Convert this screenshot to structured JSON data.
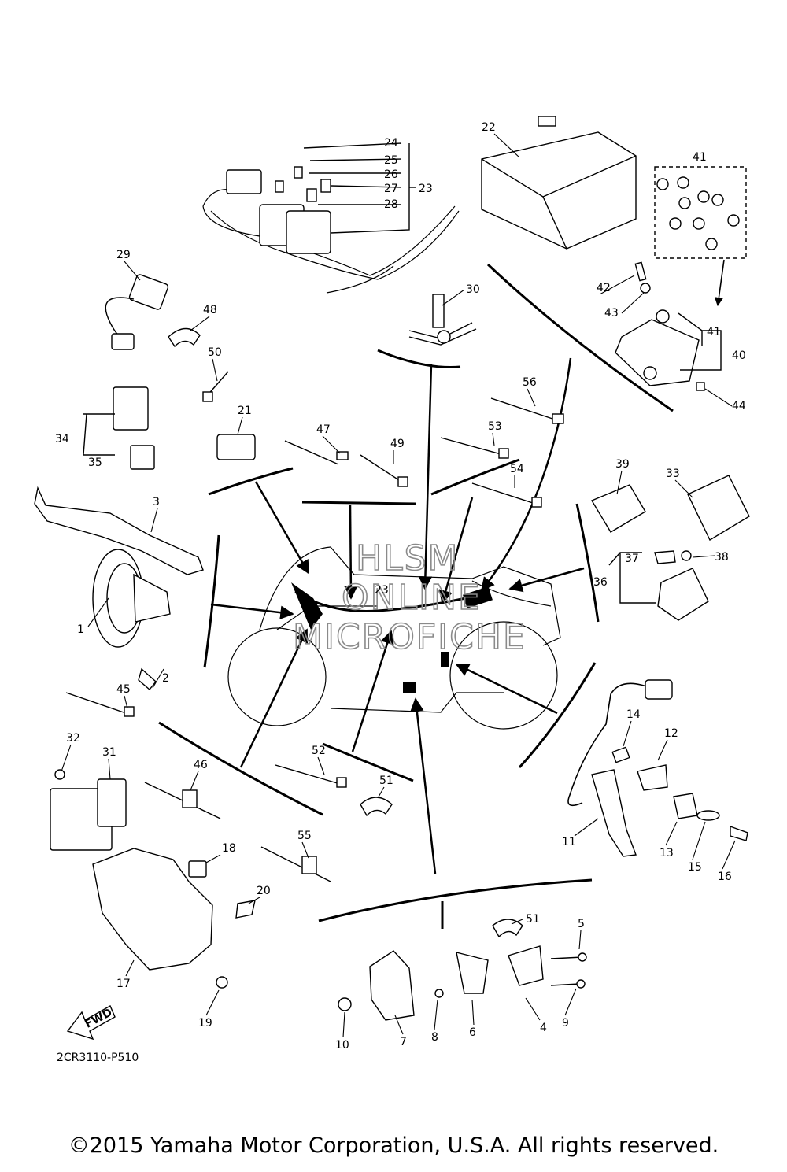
{
  "diagram": {
    "drawing_code": "2CR3110-P510",
    "fwd_badge": "FWD",
    "watermark": [
      "HLSM",
      "ONLINE",
      "MICROFICHE"
    ],
    "copyright": "©2015 Yamaha Motor Corporation, U.S.A. All rights reserved."
  },
  "callouts": [
    {
      "id": "1",
      "text": "1"
    },
    {
      "id": "2",
      "text": "2"
    },
    {
      "id": "3",
      "text": "3"
    },
    {
      "id": "4",
      "text": "4"
    },
    {
      "id": "5",
      "text": "5"
    },
    {
      "id": "6",
      "text": "6"
    },
    {
      "id": "7",
      "text": "7"
    },
    {
      "id": "8",
      "text": "8"
    },
    {
      "id": "9",
      "text": "9"
    },
    {
      "id": "10",
      "text": "10"
    },
    {
      "id": "11",
      "text": "11"
    },
    {
      "id": "12",
      "text": "12"
    },
    {
      "id": "13",
      "text": "13"
    },
    {
      "id": "14",
      "text": "14"
    },
    {
      "id": "15",
      "text": "15"
    },
    {
      "id": "16",
      "text": "16"
    },
    {
      "id": "17",
      "text": "17"
    },
    {
      "id": "18",
      "text": "18"
    },
    {
      "id": "19",
      "text": "19"
    },
    {
      "id": "20",
      "text": "20"
    },
    {
      "id": "21",
      "text": "21"
    },
    {
      "id": "22",
      "text": "22"
    },
    {
      "id": "23",
      "text": "23"
    },
    {
      "id": "23b",
      "text": "23"
    },
    {
      "id": "24",
      "text": "24"
    },
    {
      "id": "25",
      "text": "25"
    },
    {
      "id": "26",
      "text": "26"
    },
    {
      "id": "27",
      "text": "27"
    },
    {
      "id": "28",
      "text": "28"
    },
    {
      "id": "29",
      "text": "29"
    },
    {
      "id": "30",
      "text": "30"
    },
    {
      "id": "31",
      "text": "31"
    },
    {
      "id": "32",
      "text": "32"
    },
    {
      "id": "33",
      "text": "33"
    },
    {
      "id": "34",
      "text": "34"
    },
    {
      "id": "35",
      "text": "35"
    },
    {
      "id": "36",
      "text": "36"
    },
    {
      "id": "37",
      "text": "37"
    },
    {
      "id": "38",
      "text": "38"
    },
    {
      "id": "39",
      "text": "39"
    },
    {
      "id": "40",
      "text": "40"
    },
    {
      "id": "41",
      "text": "41"
    },
    {
      "id": "41b",
      "text": "41"
    },
    {
      "id": "42",
      "text": "42"
    },
    {
      "id": "43",
      "text": "43"
    },
    {
      "id": "44",
      "text": "44"
    },
    {
      "id": "45",
      "text": "45"
    },
    {
      "id": "46",
      "text": "46"
    },
    {
      "id": "47",
      "text": "47"
    },
    {
      "id": "48",
      "text": "48"
    },
    {
      "id": "49",
      "text": "49"
    },
    {
      "id": "50",
      "text": "50"
    },
    {
      "id": "51",
      "text": "51"
    },
    {
      "id": "51b",
      "text": "51"
    },
    {
      "id": "52",
      "text": "52"
    },
    {
      "id": "53",
      "text": "53"
    },
    {
      "id": "54",
      "text": "54"
    },
    {
      "id": "55",
      "text": "55"
    },
    {
      "id": "56",
      "text": "56"
    }
  ]
}
